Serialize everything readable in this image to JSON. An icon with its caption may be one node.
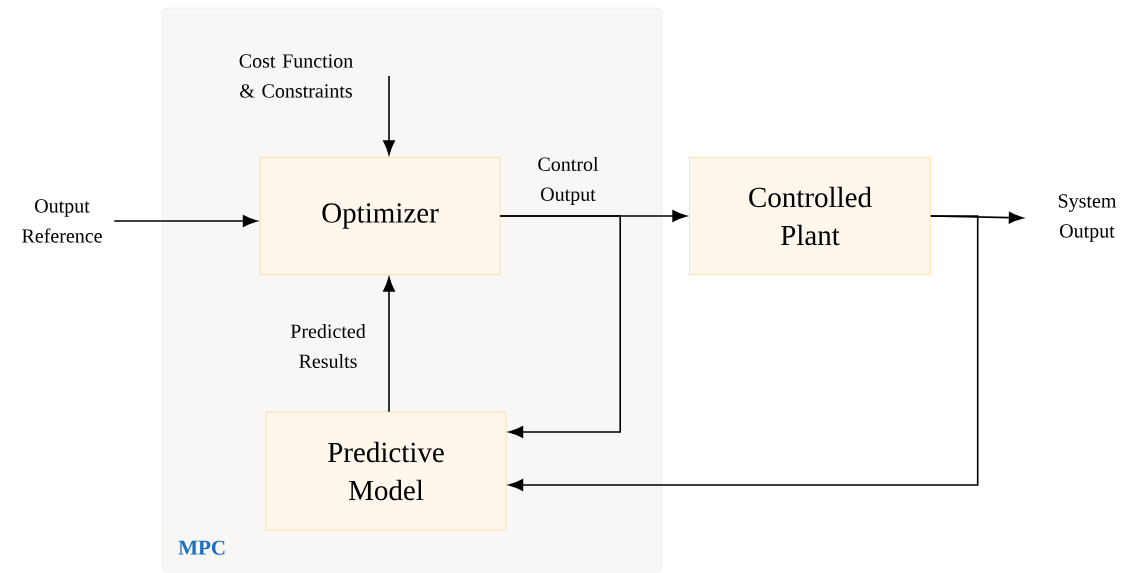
{
  "diagram": {
    "nodes": [
      {
        "text": [
          "MPC"
        ]
      },
      {
        "text": [
          "Cost Function & Constraints"
        ],
        "in": 0
      },
      {
        "text": [
          "Optimizer"
        ],
        "in": 0
      },
      {
        "text": [
          "Predictive Model"
        ],
        "in": 0
      },
      {
        "text": [
          "Output Reference"
        ]
      },
      {
        "text": [
          "Controlled Plant"
        ]
      },
      {
        "text": [
          "System Output"
        ]
      }
    ],
    "edges": [
      {
        "from": 4,
        "to": 2,
        "arrow": "to"
      },
      {
        "from": 1,
        "to": 2,
        "arrow": "to"
      },
      {
        "from": 2,
        "to": 5,
        "arrow": "to",
        "label": "Control Output"
      },
      {
        "from": 2,
        "to": 3,
        "arrow": "to"
      },
      {
        "from": 3,
        "to": 2,
        "arrow": "to",
        "label": "Predicted Results"
      },
      {
        "from": 5,
        "to": 6,
        "arrow": "to"
      },
      {
        "from": 5,
        "to": 3,
        "arrow": "to"
      }
    ]
  }
}
